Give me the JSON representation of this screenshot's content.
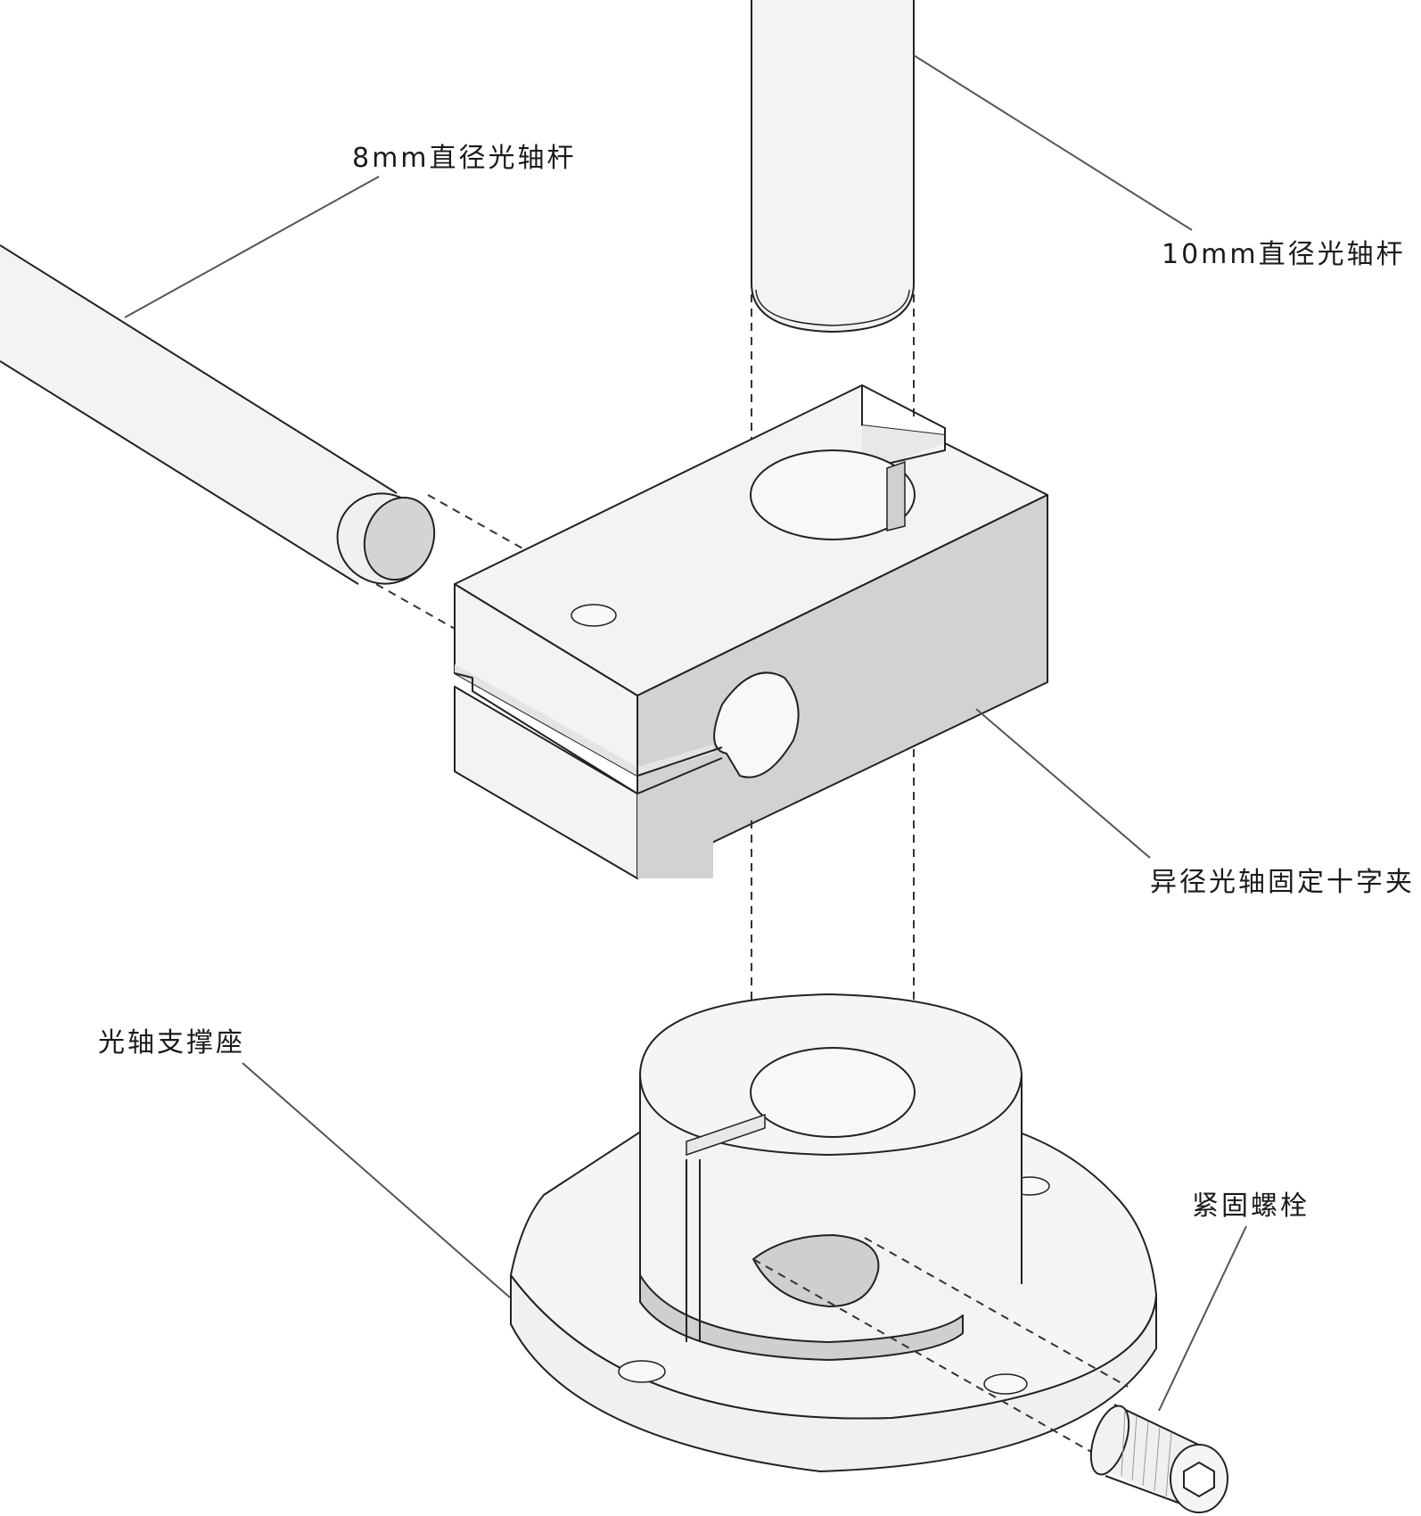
{
  "labels": {
    "rod_8mm": "8mm直径光轴杆",
    "rod_10mm": "10mm直径光轴杆",
    "cross_clamp": "异径光轴固定十字夹",
    "shaft_support": "光轴支撑座",
    "bolt": "紧固螺栓"
  },
  "colors": {
    "light_face": "#f3f3f3",
    "mid_face": "#e6e6e6",
    "dark_face": "#d2d2d2",
    "line": "#222222"
  }
}
